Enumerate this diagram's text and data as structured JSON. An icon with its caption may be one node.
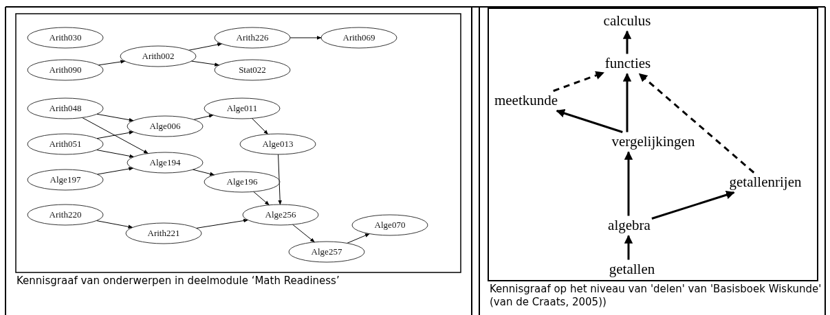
{
  "diagram": {
    "nodes": [
      {
        "text": [
          "Arith030"
        ]
      },
      {
        "text": [
          "Arith090"
        ]
      },
      {
        "text": [
          "Arith002"
        ]
      },
      {
        "text": [
          "Arith226"
        ]
      },
      {
        "text": [
          "Arith069"
        ]
      },
      {
        "text": [
          "Stat022"
        ]
      },
      {
        "text": [
          "Arith048"
        ]
      },
      {
        "text": [
          "Arith051"
        ]
      },
      {
        "text": [
          "Alge197"
        ]
      },
      {
        "text": [
          "Alge006"
        ]
      },
      {
        "text": [
          "Alge194"
        ]
      },
      {
        "text": [
          "Alge011"
        ]
      },
      {
        "text": [
          "Alge013"
        ]
      },
      {
        "text": [
          "Alge196"
        ]
      },
      {
        "text": [
          "Arith220"
        ]
      },
      {
        "text": [
          "Arith221"
        ]
      },
      {
        "text": [
          "Alge256"
        ]
      },
      {
        "text": [
          "Alge257"
        ]
      },
      {
        "text": [
          "Alge070"
        ]
      },
      {
        "text": [
          "calculus"
        ]
      },
      {
        "text": [
          "functies"
        ]
      },
      {
        "text": [
          "meetkunde"
        ]
      },
      {
        "text": [
          "vergelijkingen"
        ]
      },
      {
        "text": [
          "getallenrijen"
        ]
      },
      {
        "text": [
          "algebra"
        ]
      },
      {
        "text": [
          "getallen"
        ]
      }
    ],
    "edges": [
      {
        "from": 1,
        "to": 2,
        "arrow": "to"
      },
      {
        "from": 2,
        "to": 3,
        "arrow": "to"
      },
      {
        "from": 2,
        "to": 5,
        "arrow": "to"
      },
      {
        "from": 3,
        "to": 4,
        "arrow": "to"
      },
      {
        "from": 6,
        "to": 9,
        "arrow": "to"
      },
      {
        "from": 6,
        "to": 10,
        "arrow": "to"
      },
      {
        "from": 7,
        "to": 9,
        "arrow": "to"
      },
      {
        "from": 7,
        "to": 10,
        "arrow": "to"
      },
      {
        "from": 8,
        "to": 10,
        "arrow": "to"
      },
      {
        "from": 9,
        "to": 11,
        "arrow": "to"
      },
      {
        "from": 11,
        "to": 12,
        "arrow": "to"
      },
      {
        "from": 10,
        "to": 13,
        "arrow": "to"
      },
      {
        "from": 13,
        "to": 16,
        "arrow": "to"
      },
      {
        "from": 12,
        "to": 16,
        "arrow": "to"
      },
      {
        "from": 14,
        "to": 15,
        "arrow": "to"
      },
      {
        "from": 15,
        "to": 16,
        "arrow": "to"
      },
      {
        "from": 16,
        "to": 17,
        "arrow": "to"
      },
      {
        "from": 17,
        "to": 18,
        "arrow": "to"
      },
      {
        "from": 20,
        "to": 19,
        "arrow": "to",
        "style": "thick"
      },
      {
        "from": 21,
        "to": 20,
        "arrow": "to",
        "style": "dashed"
      },
      {
        "from": 23,
        "to": 20,
        "arrow": "to",
        "style": "dashed"
      },
      {
        "from": 22,
        "to": 20,
        "arrow": "to",
        "style": "thick"
      },
      {
        "from": 22,
        "to": 21,
        "arrow": "to",
        "style": "thick"
      },
      {
        "from": 24,
        "to": 22,
        "arrow": "to",
        "style": "thick"
      },
      {
        "from": 24,
        "to": 23,
        "arrow": "to",
        "style": "thick"
      },
      {
        "from": 25,
        "to": 24,
        "arrow": "to",
        "style": "thick"
      }
    ],
    "labels": [
      "Kennisgraaf van onderwerpen in deelmodule ‘Math Readiness’",
      "Kennisgraaf op het niveau van 'delen' van 'Basisboek Wiskunde' (van de Craats, 2005))"
    ]
  }
}
